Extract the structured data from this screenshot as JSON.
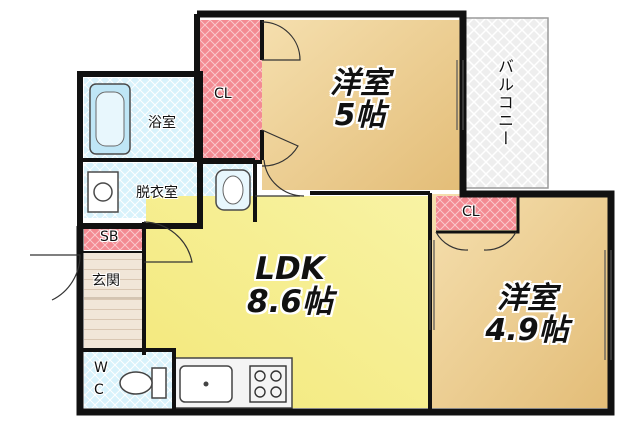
{
  "rooms": {
    "western1": {
      "label": "洋室",
      "size": "5帖"
    },
    "western2": {
      "label": "洋室",
      "size": "4.9帖"
    },
    "ldk": {
      "label": "LDK",
      "size": "8.6帖"
    },
    "closet1": {
      "label": "CL"
    },
    "closet2": {
      "label": "CL"
    },
    "bath": {
      "label": "浴室"
    },
    "dressing": {
      "label": "脱衣室"
    },
    "shoebox": {
      "label": "SB"
    },
    "entrance": {
      "label": "玄関"
    },
    "toilet": {
      "label_w": "W",
      "label_c": "C"
    },
    "balcony": {
      "label": "バルコニー"
    }
  },
  "colors": {
    "western_fill": "#e9c98a",
    "ldk_fill": "#f6ee8c",
    "closet_fill": "#f07f88",
    "wet_fill": "#cfeefa",
    "balcony_fill": "#e6e6e6",
    "wall": "#111111"
  }
}
